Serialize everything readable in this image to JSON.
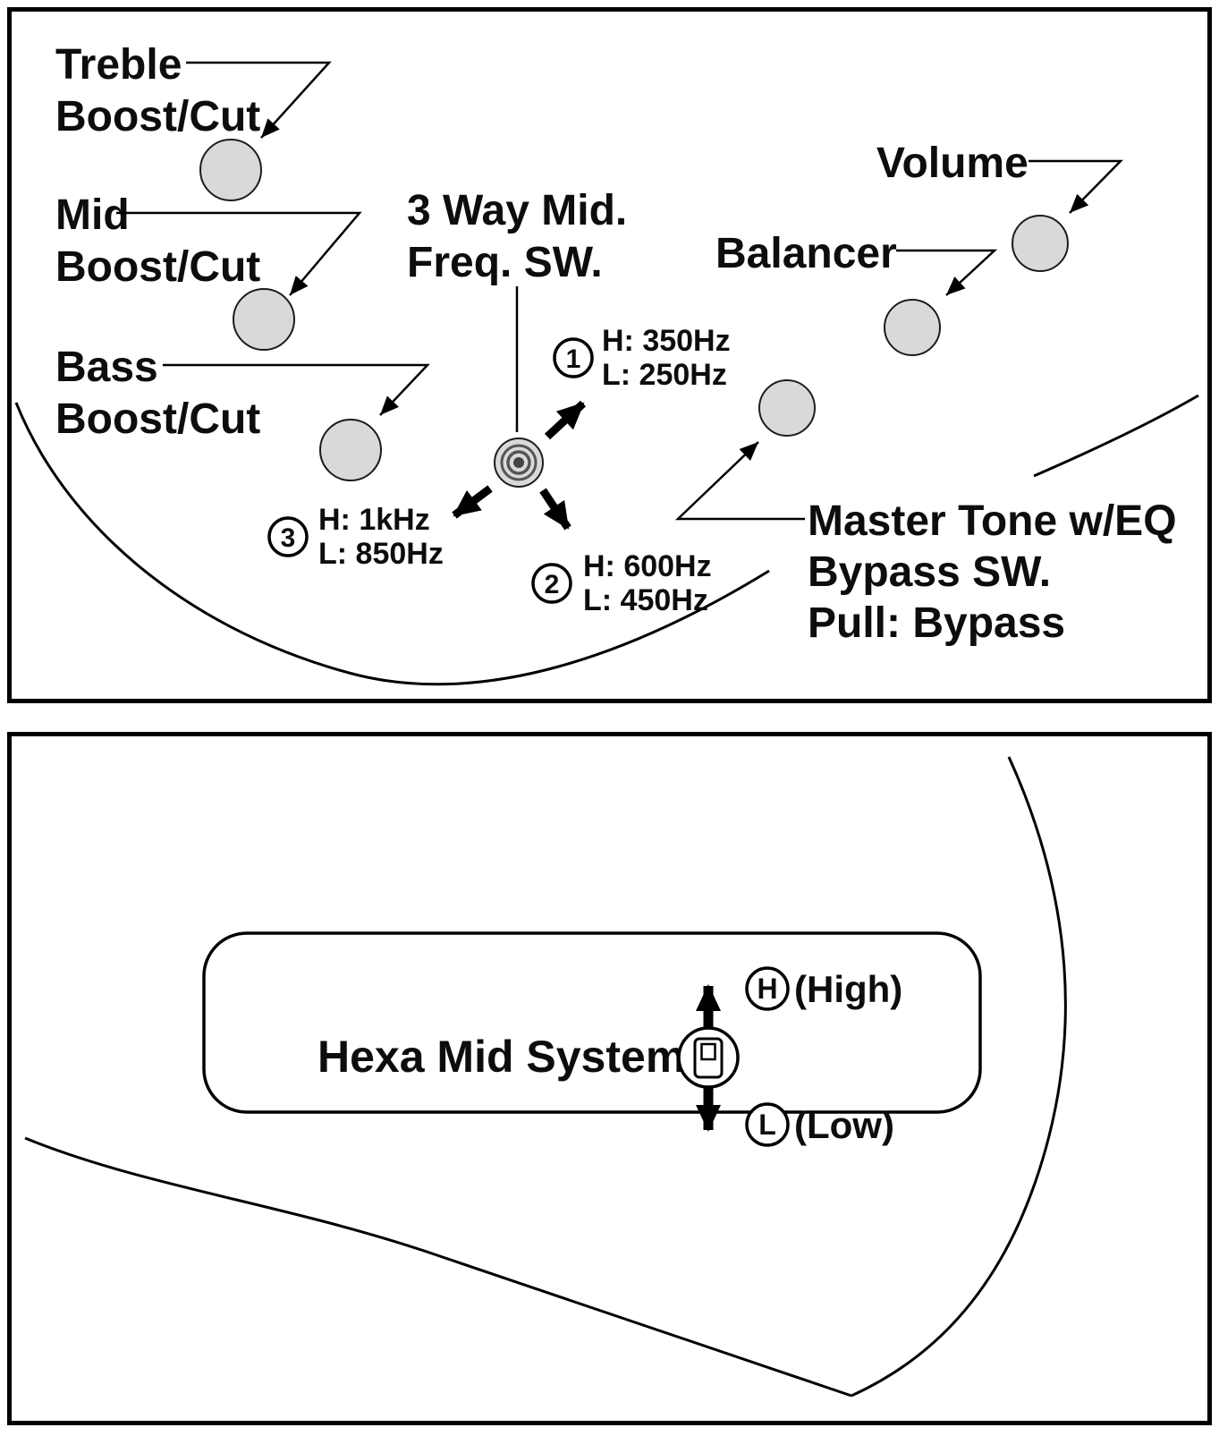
{
  "panel_top": {
    "knobs": {
      "treble": {
        "line1": "Treble",
        "line2": "Boost/Cut"
      },
      "mid": {
        "line1": "Mid",
        "line2": "Boost/Cut"
      },
      "bass": {
        "line1": "Bass",
        "line2": "Boost/Cut"
      },
      "volume": {
        "label": "Volume"
      },
      "balancer": {
        "label": "Balancer"
      }
    },
    "mid_freq_switch": {
      "label_line1": "3 Way Mid.",
      "label_line2": "Freq. SW.",
      "positions": [
        {
          "number": "1",
          "high": "H: 350Hz",
          "low": "L: 250Hz"
        },
        {
          "number": "2",
          "high": "H: 600Hz",
          "low": "L: 450Hz"
        },
        {
          "number": "3",
          "high": "H: 1kHz",
          "low": "L: 850Hz"
        }
      ]
    },
    "master_tone": {
      "line1": "Master Tone w/EQ",
      "line2": "Bypass SW.",
      "line3": "Pull: Bypass"
    }
  },
  "panel_bottom": {
    "title": "Hexa Mid System",
    "high_position": {
      "letter": "H",
      "label": "(High)"
    },
    "low_position": {
      "letter": "L",
      "label": "(Low)"
    }
  },
  "colors": {
    "line": "#000000",
    "knob_fill": "#d9d9d9",
    "background": "#ffffff"
  }
}
